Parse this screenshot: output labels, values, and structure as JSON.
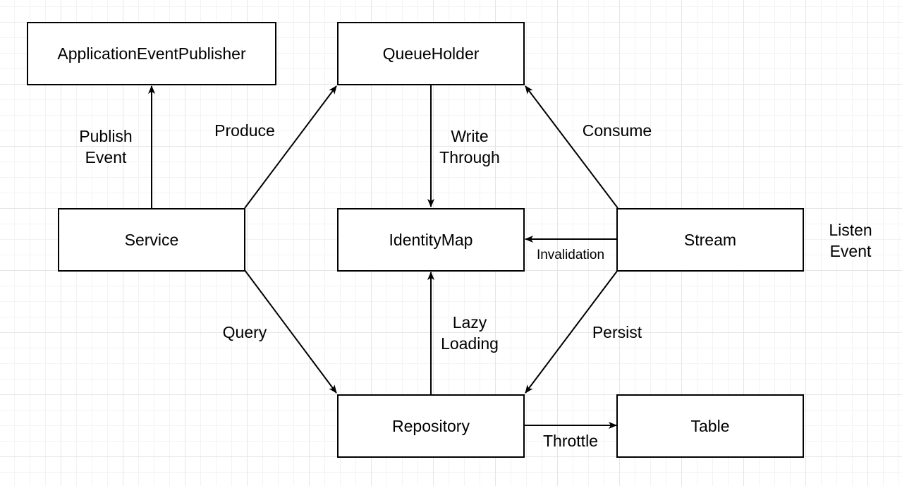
{
  "nodes": {
    "application_event_publisher": "ApplicationEventPublisher",
    "queue_holder": "QueueHolder",
    "service": "Service",
    "identity_map": "IdentityMap",
    "stream": "Stream",
    "repository": "Repository",
    "table": "Table"
  },
  "edges": {
    "publish_event": "Publish\nEvent",
    "produce": "Produce",
    "write_through": "Write\nThrough",
    "consume": "Consume",
    "invalidation": "Invalidation",
    "listen_event": "Listen\nEvent",
    "query": "Query",
    "lazy_loading": "Lazy\nLoading",
    "persist": "Persist",
    "throttle": "Throttle"
  },
  "colors": {
    "stroke": "#000000",
    "node_fill": "#ffffff",
    "grid_major": "#e6e6e6",
    "grid_minor": "#f3f3f3"
  }
}
